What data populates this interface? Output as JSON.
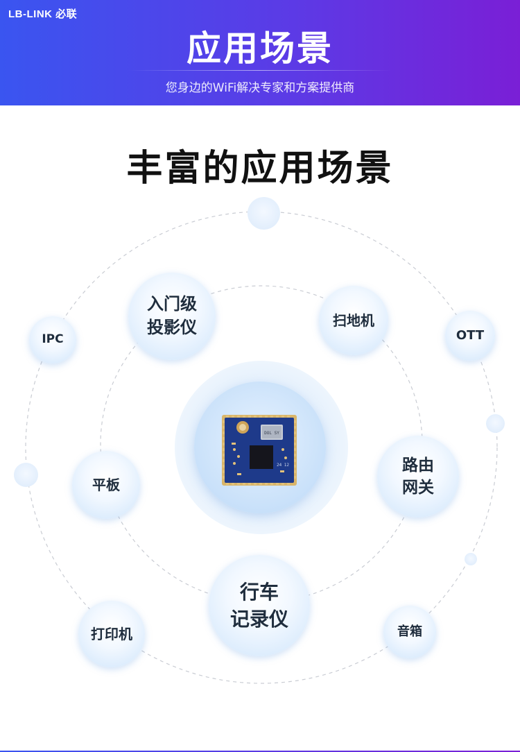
{
  "header": {
    "brand": "LB-LINK 必联",
    "title": "应用场景",
    "subtitle": "您身边的WiFi解决专家和方案提供商"
  },
  "main_title": "丰富的应用场景",
  "product": {
    "module_label": "DOL SY",
    "module_marking": "24 12"
  },
  "scenarios": {
    "projector": [
      "入门级",
      "投影仪"
    ],
    "sweeper": "扫地机",
    "ipc": "IPC",
    "ott": "OTT",
    "tablet": "平板",
    "router": [
      "路由",
      "网关"
    ],
    "dashcam": [
      "行车",
      "记录仪"
    ],
    "printer": "打印机",
    "speaker": "音箱"
  },
  "colors": {
    "header_gradient_start": "#3a55f0",
    "header_gradient_end": "#7a1fd6",
    "node_fill": "#cfe5fb",
    "module_pcb": "#1e3a8a"
  }
}
